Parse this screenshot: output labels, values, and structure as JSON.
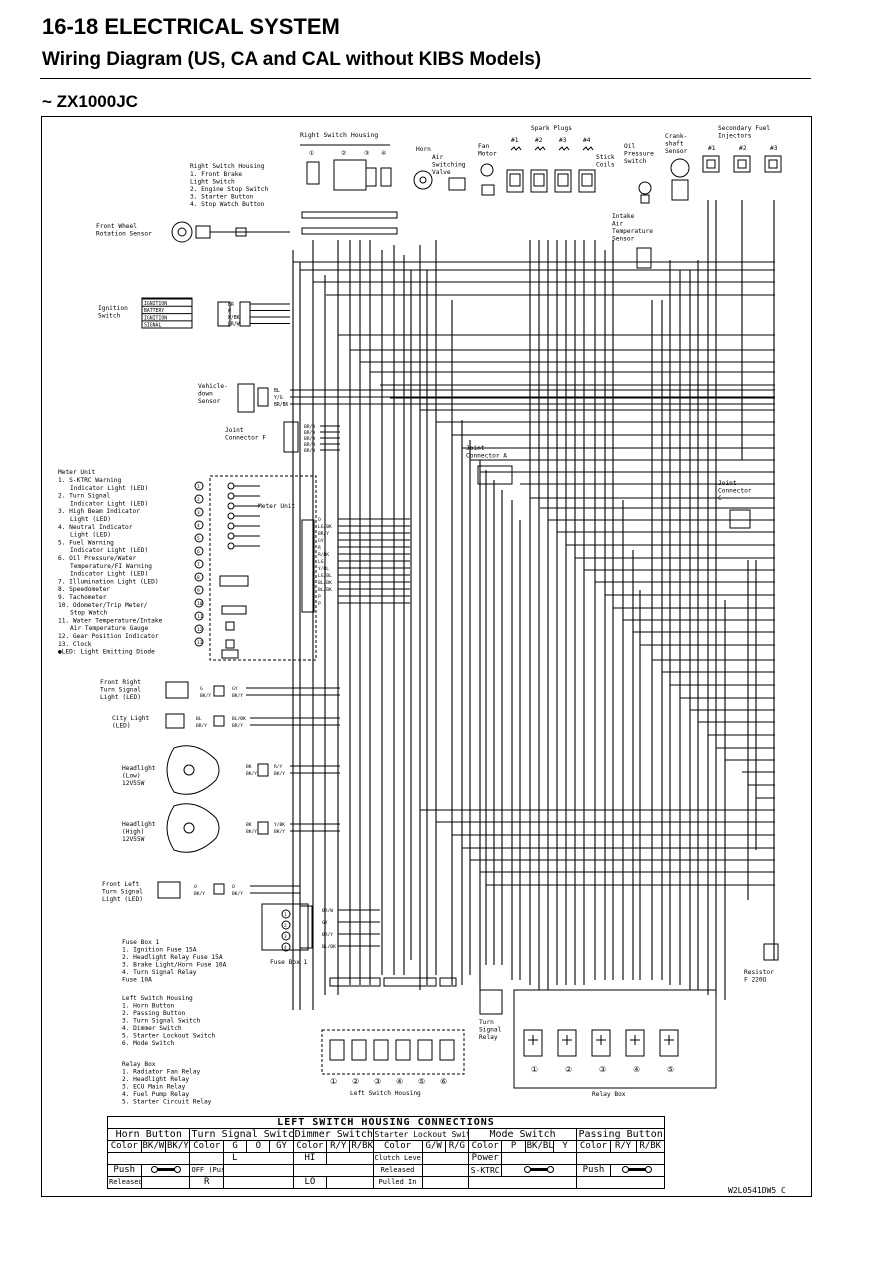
{
  "header": {
    "section": "16-18 ELECTRICAL SYSTEM",
    "title": "Wiring Diagram (US, CA and CAL without KIBS Models)",
    "model": "~ ZX1000JC"
  },
  "components": {
    "right_switch_housing_title": "Right Switch Housing",
    "right_switch_list_title": "Right Switch Housing",
    "right_switch_list": [
      "1. Front Brake",
      "Light Switch",
      "2. Engine Stop Switch",
      "3. Starter Button",
      "4. Stop Watch Button"
    ],
    "horn": "Horn",
    "air_switching_valve": [
      "Air",
      "Switching",
      "Valve"
    ],
    "fan_motor": [
      "Fan",
      "Motor"
    ],
    "spark_plugs": "Spark Plugs",
    "plug_numbers": [
      "#1",
      "#2",
      "#3",
      "#4"
    ],
    "stick_coils": [
      "Stick",
      "Coils"
    ],
    "oil_pressure_switch": [
      "Oil",
      "Pressure",
      "Switch"
    ],
    "crankshaft_sensor": [
      "Crank-",
      "shaft",
      "Sensor"
    ],
    "secondary_fuel_injectors": [
      "Secondary Fuel",
      "Injectors"
    ],
    "injector_numbers": [
      "#1",
      "#2",
      "#3"
    ],
    "front_wheel_sensor": [
      "Front Wheel",
      "Rotation Sensor"
    ],
    "intake_air_temp_sensor": [
      "Intake",
      "Air",
      "Temperature",
      "Sensor"
    ],
    "ignition_switch": [
      "Ignition",
      "Switch"
    ],
    "ignition_rows": [
      "IGNITION",
      "BATTERY",
      "IGNITION",
      "SIGNAL"
    ],
    "vehicle_down_sensor": [
      "Vehicle-",
      "down",
      "Sensor"
    ],
    "joint_connector_f": [
      "Joint",
      "Connector F"
    ],
    "joint_connector_a": [
      "Joint",
      "Connector A"
    ],
    "joint_connector_c": [
      "Joint",
      "Connector",
      "C"
    ],
    "meter_unit_title": "Meter Unit",
    "meter_unit_label": "Meter Unit",
    "meter_list": [
      "1. S-KTRC Warning",
      "Indicator Light (LED)",
      "2. Turn Signal",
      "Indicator Light (LED)",
      "3. High Beam Indicator",
      "Light (LED)",
      "4. Neutral Indicator",
      "Light (LED)",
      "5. Fuel Warning",
      "Indicator Light (LED)",
      "6. Oil Pressure/Water",
      "Temperature/FI Warning",
      "Indicator Light (LED)",
      "7. Illumination Light (LED)",
      "8. Speedometer",
      "9. Tachometer",
      "10. Odometer/Trip Meter/",
      "Stop Watch",
      "11. Water Temperature/Intake",
      "Air Temperature Gauge",
      "12. Gear Position Indicator",
      "13. Clock",
      "●LED: Light Emitting Diode"
    ],
    "front_right_turn": [
      "Front Right",
      "Turn Signal",
      "Light (LED)"
    ],
    "city_light": [
      "City Light",
      "(LED)"
    ],
    "headlight_low": [
      "Headlight",
      "(Low)",
      "12V55W"
    ],
    "headlight_high": [
      "Headlight",
      "(High)",
      "12V55W"
    ],
    "front_left_turn": [
      "Front Left",
      "Turn Signal",
      "Light (LED)"
    ],
    "fuse_box_list": [
      "Fuse Box 1",
      "1. Ignition Fuse 15A",
      "2. Headlight Relay Fuse 15A",
      "3. Brake Light/Horn Fuse 10A",
      "4. Turn Signal Relay",
      "Fuse 10A"
    ],
    "fuse_box_label": "Fuse Box 1",
    "left_switch_list": [
      "Left Switch Housing",
      "1. Horn Button",
      "2. Passing Button",
      "3. Turn Signal Switch",
      "4. Dimmer Switch",
      "5. Starter Lockout Switch",
      "6. Mode Switch"
    ],
    "left_switch_label": "Left Switch Housing",
    "turn_signal_relay": [
      "Turn",
      "Signal",
      "Relay"
    ],
    "relay_box_list": [
      "Relay Box",
      "1. Radiator Fan Relay",
      "2. Headlight Relay",
      "3. ECU Main Relay",
      "4. Fuel Pump Relay",
      "5. Starter Circuit Relay"
    ],
    "relay_box_label": "Relay Box",
    "resistor": [
      "Resistor",
      "F 220Ω"
    ],
    "meter_wires": [
      "O",
      "LG/BK",
      "BR/Y",
      "GY",
      "R",
      "R/BK",
      "LG",
      "Y/BL",
      "LG/BL",
      "BL/BK",
      "BL/BK",
      "P",
      "P"
    ],
    "ignition_wires": [
      "BR",
      "W",
      "W/BK",
      "BR/W"
    ],
    "vehicle_down_wires": [
      "BL",
      "Y/G",
      "BR/BK"
    ],
    "joint_f_wires": [
      "BR/W",
      "BR/W",
      "BR/W",
      "BR/W",
      "BR/W"
    ],
    "headlight_wires_low": [
      "BK",
      "BK/Y",
      "R/Y",
      "BK/Y"
    ],
    "headlight_wires_high": [
      "BK",
      "BK/Y",
      "Y/BK",
      "BK/Y"
    ],
    "front_turn_wires": [
      "G",
      "BK/Y",
      "GY",
      "BK/Y"
    ],
    "city_wires": [
      "BL",
      "BR/Y",
      "BL/BK",
      "BR/Y"
    ],
    "left_turn_wires": [
      "O",
      "BK/Y",
      "O",
      "BK/Y"
    ],
    "fuse_wires": [
      "BR/W",
      "GY",
      "BR/Y",
      "BL/BK"
    ],
    "relay_box_numbers": [
      "①",
      "②",
      "③",
      "④",
      "⑤"
    ],
    "left_switch_numbers": [
      "①",
      "②",
      "③",
      "④",
      "⑤",
      "⑥"
    ]
  },
  "connections_table": {
    "title": "LEFT SWITCH HOUSING CONNECTIONS",
    "groups": [
      "Horn Button",
      "Turn Signal Switch",
      "Dimmer Switch",
      "Starter Lockout Switch",
      "Mode Switch",
      "Passing Button"
    ],
    "row_color": [
      "Color",
      "BK/W",
      "BK/Y",
      "Color",
      "G",
      "O",
      "GY",
      "Color",
      "R/Y",
      "R/BK",
      "Color",
      "G/W",
      "R/G",
      "Color",
      "P",
      "BK/BL",
      "Y",
      "Color",
      "R/Y",
      "R/BK"
    ],
    "row2": [
      "",
      "L",
      "HI",
      "Clutch Lever",
      "Power"
    ],
    "row3": [
      "Push",
      "OFF (Push)",
      "Released",
      "S-KTRC",
      "Push"
    ],
    "row4": [
      "Released",
      "R",
      "LO",
      "Pulled In"
    ]
  },
  "drawing_code": "W2L0541DW5 C"
}
